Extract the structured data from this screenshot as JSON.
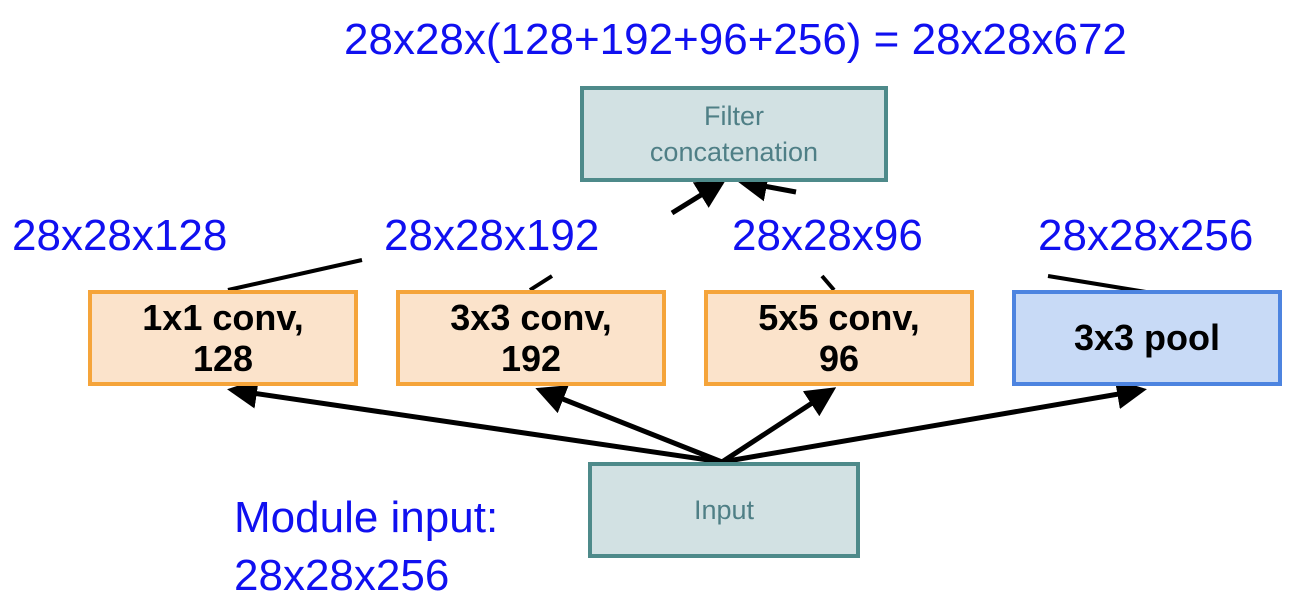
{
  "output_expression": "28x28x(128+192+96+256) = 28x28x672",
  "concat_box": {
    "label": "Filter\nconcatenation"
  },
  "branch_outputs": [
    "28x28x128",
    "28x28x192",
    "28x28x96",
    "28x28x256"
  ],
  "branches": [
    {
      "label": "1x1 conv,\n128",
      "type": "conv"
    },
    {
      "label": "3x3 conv,\n192",
      "type": "conv"
    },
    {
      "label": "5x5 conv,\n96",
      "type": "conv"
    },
    {
      "label": "3x3 pool",
      "type": "pool"
    }
  ],
  "input_box": {
    "label": "Input"
  },
  "module_input": {
    "line1": "Module input:",
    "line2": "28x28x256"
  },
  "colors": {
    "label_blue": "#1010f0",
    "conv_fill": "#fbe3cb",
    "conv_border": "#f5a43a",
    "pool_fill": "#c8daf6",
    "pool_border": "#4d84e0",
    "teal_fill": "#d2e1e3",
    "teal_border": "#4e8a8a"
  }
}
